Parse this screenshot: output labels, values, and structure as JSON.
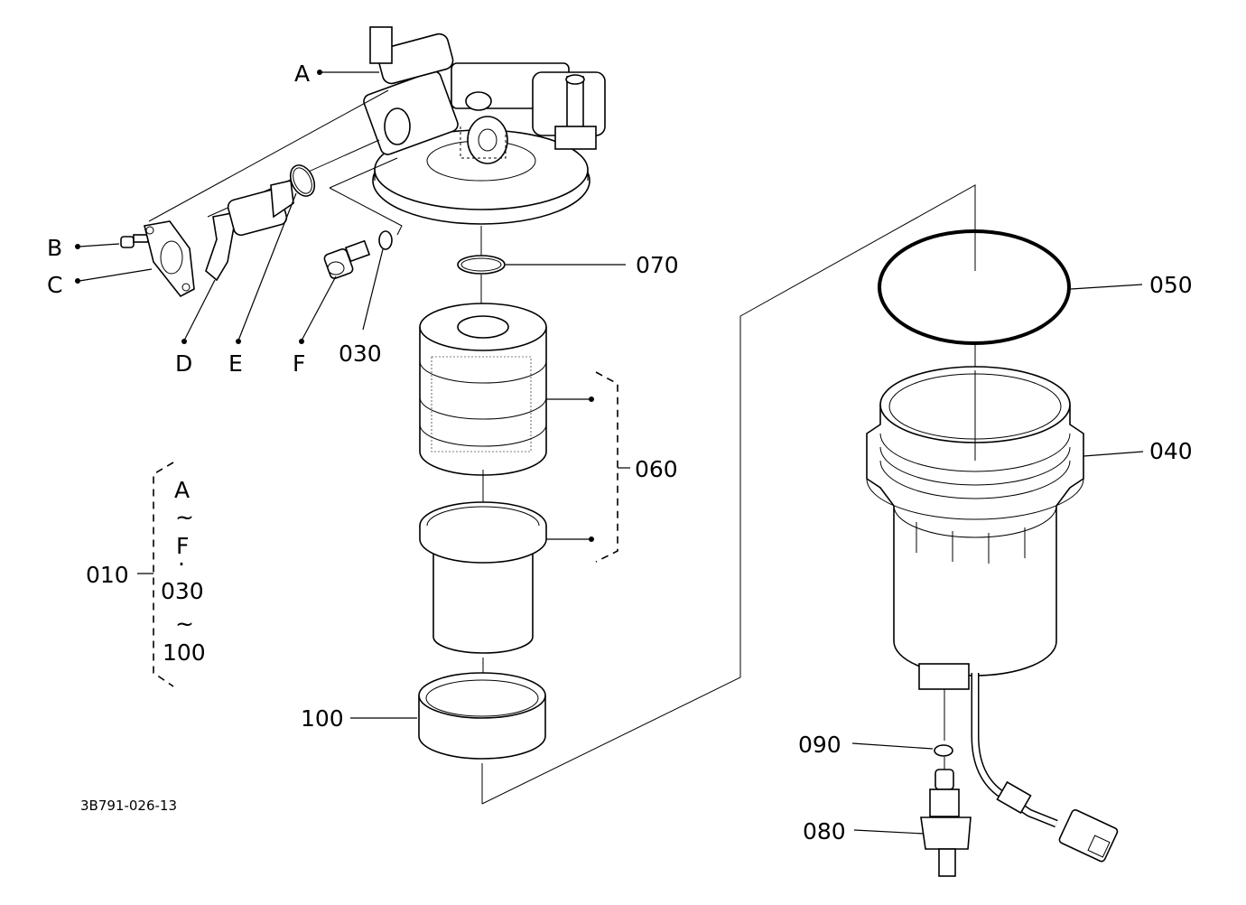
{
  "labels": {
    "A": "A",
    "B": "B",
    "C": "C",
    "D": "D",
    "E": "E",
    "F": "F",
    "p030": "030",
    "p070": "070",
    "p060": "060",
    "p050": "050",
    "p040": "040",
    "p100": "100",
    "p090": "090",
    "p080": "080",
    "p010": "010"
  },
  "assembly_note": {
    "line1": "A",
    "tilde1": "~",
    "line2": "F",
    "dot": "·",
    "line3": "030",
    "tilde2": "~",
    "line4": "100"
  },
  "diagram_code": "3B791-026-13"
}
